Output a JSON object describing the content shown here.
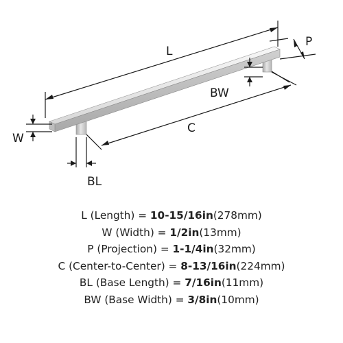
{
  "diagram": {
    "labels": {
      "length": "L",
      "projection": "P",
      "base_width": "BW",
      "width": "W",
      "center": "C",
      "base_length": "BL"
    },
    "colors": {
      "handle_light": "#eeeeee",
      "handle_mid": "#cfcfcf",
      "handle_dark": "#9e9e9e",
      "lines": "#1a1a1a"
    }
  },
  "specs": [
    {
      "key": "L",
      "name": "(Length)",
      "eq": "=",
      "value": "10-15/16in",
      "metric": "(278mm)"
    },
    {
      "key": "W",
      "name": "(Width)",
      "eq": "=",
      "value": "1/2in",
      "metric": "(13mm)"
    },
    {
      "key": "P",
      "name": "(Projection)",
      "eq": "=",
      "value": "1-1/4in",
      "metric": "(32mm)"
    },
    {
      "key": "C",
      "name": "(Center-to-Center)",
      "eq": "=",
      "value": "8-13/16in",
      "metric": "(224mm)"
    },
    {
      "key": "BL",
      "name": "(Base Length)",
      "eq": "=",
      "value": "7/16in",
      "metric": "(11mm)"
    },
    {
      "key": "BW",
      "name": "(Base Width)",
      "eq": "=",
      "value": "3/8in",
      "metric": "(10mm)"
    }
  ]
}
